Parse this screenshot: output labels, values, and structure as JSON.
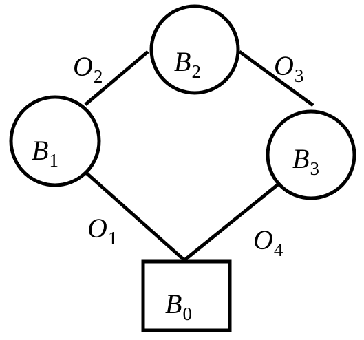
{
  "nodes": {
    "b0": {
      "letter": "B",
      "index": "0",
      "shape": "rectangle"
    },
    "b1": {
      "letter": "B",
      "index": "1",
      "shape": "circle"
    },
    "b2": {
      "letter": "B",
      "index": "2",
      "shape": "circle"
    },
    "b3": {
      "letter": "B",
      "index": "3",
      "shape": "circle"
    }
  },
  "edges": {
    "o1": {
      "letter": "O",
      "index": "1",
      "from": "B1",
      "to": "B0"
    },
    "o2": {
      "letter": "O",
      "index": "2",
      "from": "B1",
      "to": "B2"
    },
    "o3": {
      "letter": "O",
      "index": "3",
      "from": "B2",
      "to": "B3"
    },
    "o4": {
      "letter": "O",
      "index": "4",
      "from": "B3",
      "to": "B0"
    }
  },
  "colors": {
    "stroke": "#000000",
    "fill": "#ffffff"
  }
}
